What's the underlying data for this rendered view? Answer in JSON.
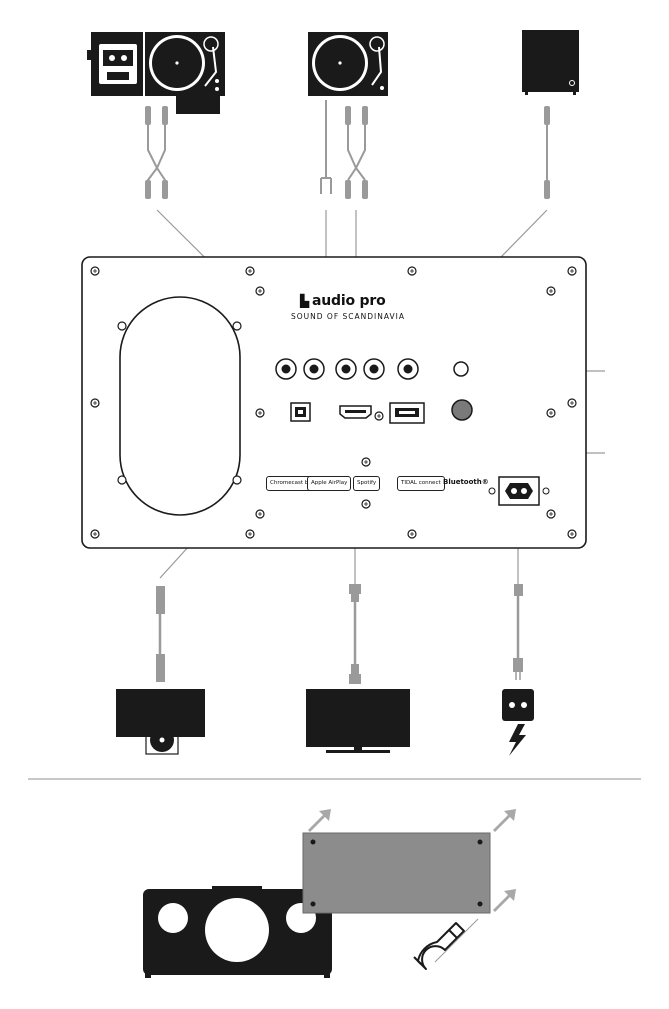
{
  "panel": {
    "brand_name": "audio pro",
    "tagline": "SOUND OF SCANDINAVIA"
  },
  "badges": [
    "Chromecast built-in",
    "Apple AirPlay",
    "Spotify",
    "TIDAL connect"
  ],
  "bluetooth_label": "Bluetooth®",
  "icons": {
    "brand_logo": "audio-pro-logo-icon",
    "tape_deck": "cassette-deck-icon",
    "turntable": "turntable-icon",
    "subwoofer": "subwoofer-icon",
    "cd_player": "cd-player-icon",
    "tv": "tv-icon",
    "power": "power-outlet-icon",
    "magnet": "magnet-icon"
  },
  "colors": {
    "ink": "#1a1a1a",
    "cable_gray": "#9a9a9a",
    "grille_gray": "#8c8c8c",
    "arrow_gray": "#a8a8a8"
  }
}
